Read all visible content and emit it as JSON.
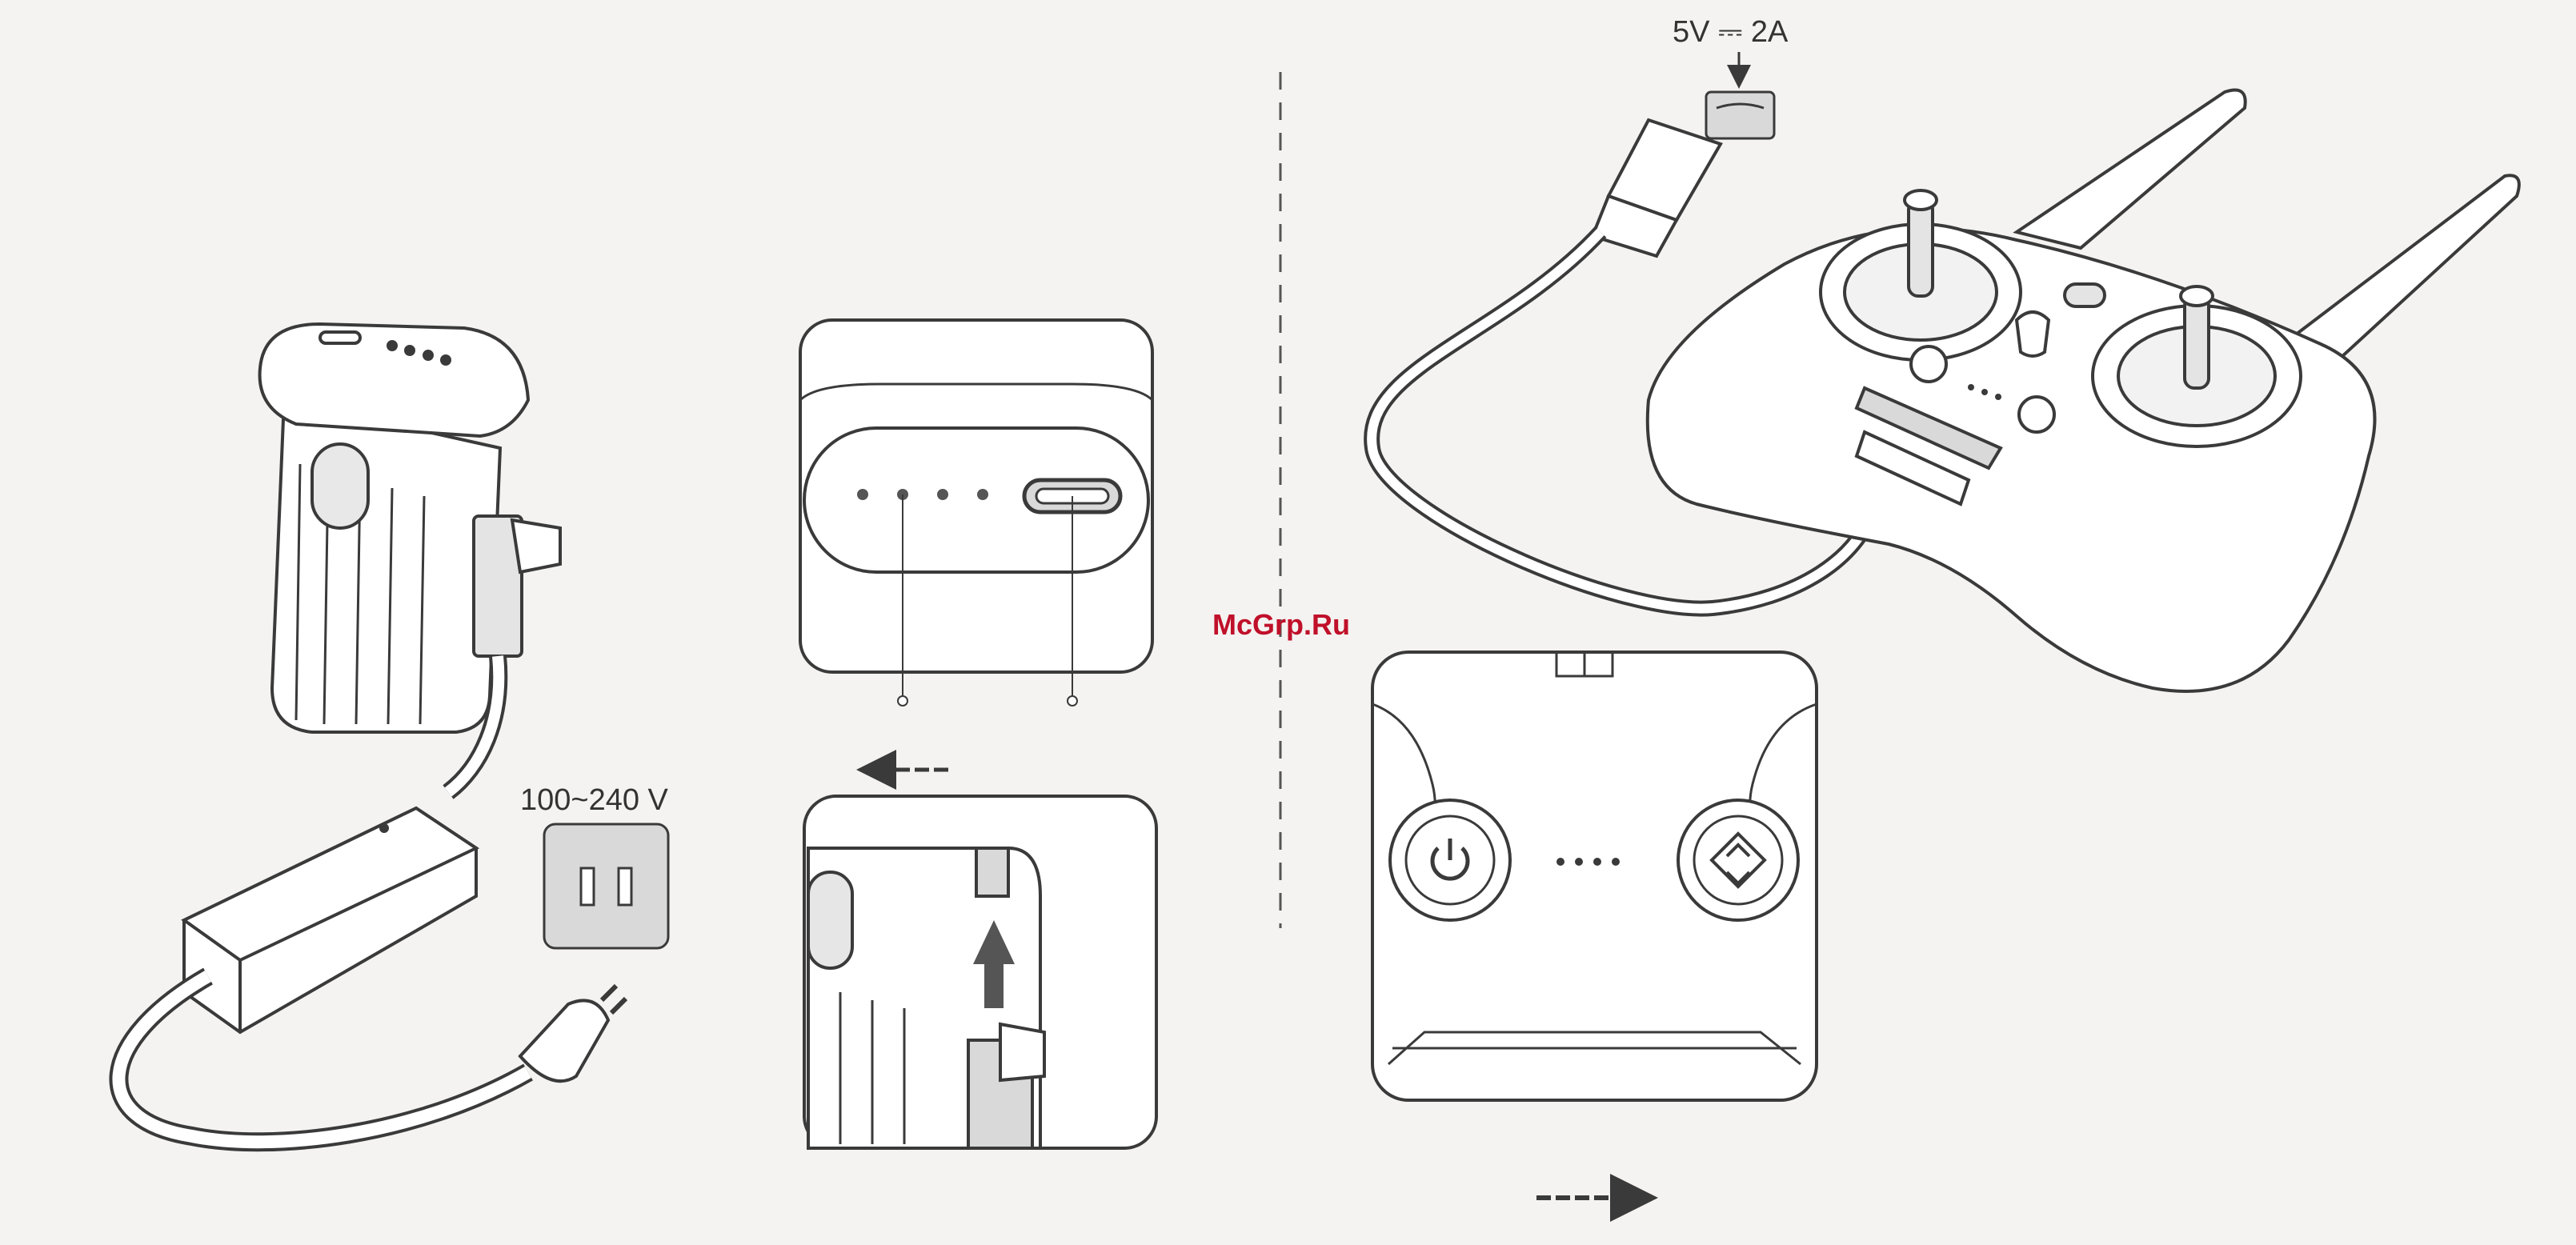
{
  "labels": {
    "voltage_input": "100~240 V",
    "usb_spec": "5V ⎓ 2A",
    "watermark": "McGrp.Ru"
  },
  "colors": {
    "line": "#3a3a3a",
    "background": "#f4f3f1",
    "panel": "#ffffff",
    "shade": "#d9d9d9",
    "watermark": "#c0102a"
  },
  "icons": {
    "power": "power-icon",
    "return_home": "return-home-icon",
    "arrow_left": "arrow-left-icon",
    "arrow_right": "arrow-right-icon",
    "arrow_up": "arrow-up-icon",
    "arrow_down": "arrow-down-icon"
  }
}
